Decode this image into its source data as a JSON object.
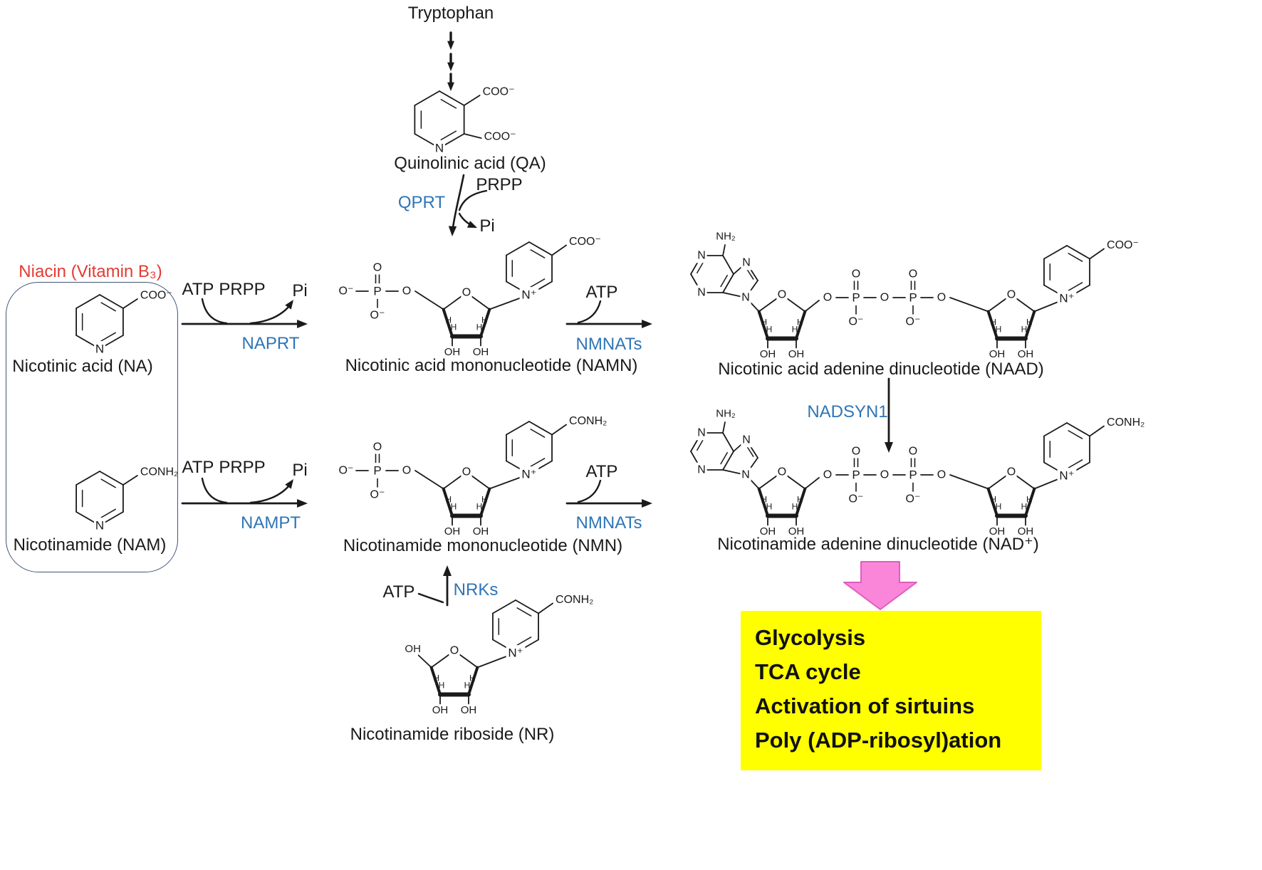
{
  "colors": {
    "enzyme": "#2e75b6",
    "niacin_red": "#e33b33",
    "yellow": "#ffff00",
    "pink": "#fa86da",
    "pink_border": "#e05cc0",
    "ink": "#1a1a1a",
    "box_border": "#3f5577"
  },
  "labels": {
    "tryptophan": "Tryptophan",
    "quinolinic_acid": "Quinolinic acid (QA)",
    "niacin": "Niacin (Vitamin B₃)",
    "nicotinic_acid": "Nicotinic acid (NA)",
    "nicotinamide": "Nicotinamide (NAM)",
    "namn": "Nicotinic acid mononucleotide  (NAMN)",
    "naad": "Nicotinic acid adenine dinucleotide (NAAD)",
    "nmn": "Nicotinamide mononucleotide  (NMN)",
    "nad": "Nicotinamide adenine dinucleotide (NAD⁺)",
    "nr": "Nicotinamide riboside (NR)"
  },
  "enzymes": {
    "qprt": "QPRT",
    "naprt": "NAPRT",
    "nampt": "NAMPT",
    "nmnats_top": "NMNATs",
    "nmnats_bottom": "NMNATs",
    "nadsyn1": "NADSYN1",
    "nrks": "NRKs"
  },
  "cofactors": {
    "prpp_top": "PRPP",
    "pi_top": "Pi",
    "atp_naprt": "ATP",
    "prpp_naprt": "PRPP",
    "pi_naprt": "Pi",
    "atp_nmnats_top": "ATP",
    "atp_nampt": "ATP",
    "prpp_nampt": "PRPP",
    "pi_nampt": "Pi",
    "atp_nmnats_bottom": "ATP",
    "atp_nrks": "ATP"
  },
  "outcomes": [
    "Glycolysis",
    "TCA cycle",
    "Activation of sirtuins",
    "Poly (ADP-ribosyl)ation"
  ],
  "atoms": {
    "N": "N",
    "Nplus": "N⁺",
    "O": "O",
    "Ominus": "O⁻",
    "OH": "OH",
    "H": "H",
    "P": "P",
    "COO": "COO⁻",
    "CONH2": "CONH₂",
    "NH2": "NH₂"
  }
}
